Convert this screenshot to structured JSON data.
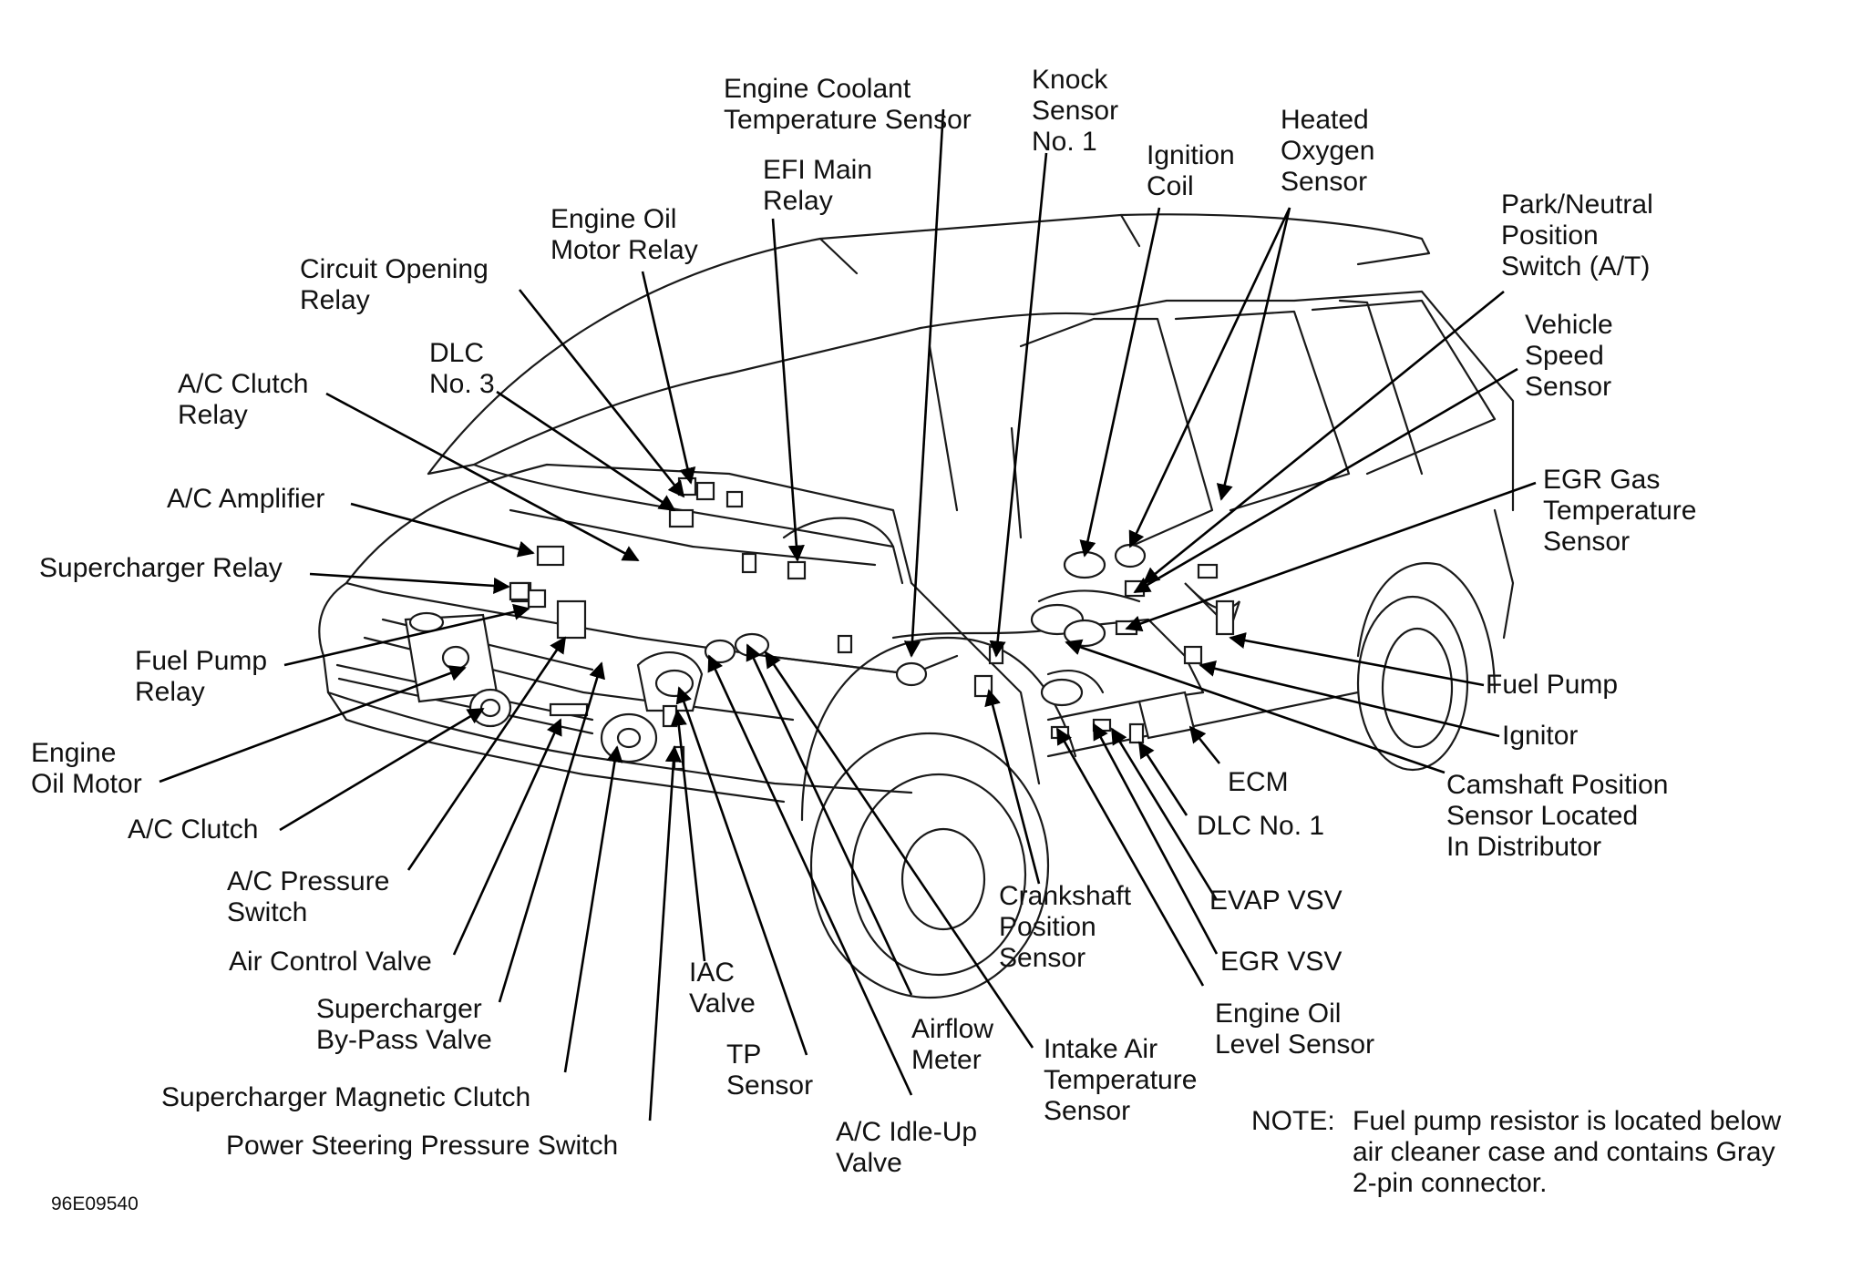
{
  "labels": {
    "engine_coolant_temperature_sensor": "Engine Coolant\nTemperature Sensor",
    "knock_sensor_no1": "Knock\nSensor\nNo. 1",
    "efi_main_relay": "EFI Main\nRelay",
    "ignition_coil": "Ignition\nCoil",
    "heated_oxygen_sensor": "Heated\nOxygen\nSensor",
    "engine_oil_motor_relay": "Engine Oil\nMotor Relay",
    "park_neutral_position_switch": "Park/Neutral\nPosition\nSwitch (A/T)",
    "circuit_opening_relay": "Circuit Opening\nRelay",
    "vehicle_speed_sensor": "Vehicle\nSpeed\nSensor",
    "dlc_no3": "DLC\nNo. 3",
    "ac_clutch_relay": "A/C Clutch\nRelay",
    "egr_gas_temperature_sensor": "EGR Gas\nTemperature\nSensor",
    "ac_amplifier": "A/C Amplifier",
    "supercharger_relay": "Supercharger Relay",
    "fuel_pump_relay": "Fuel Pump\nRelay",
    "fuel_pump": "Fuel Pump",
    "engine_oil_motor": "Engine\nOil Motor",
    "ignitor": "Ignitor",
    "ecm": "ECM",
    "camshaft_position_sensor": "Camshaft Position\nSensor Located\nIn Distributor",
    "ac_clutch": "A/C Clutch",
    "dlc_no1": "DLC No. 1",
    "ac_pressure_switch": "A/C Pressure\nSwitch",
    "crankshaft_position_sensor": "Crankshaft\nPosition\nSensor",
    "evap_vsv": "EVAP VSV",
    "air_control_valve": "Air Control Valve",
    "egr_vsv": "EGR VSV",
    "iac_valve": "IAC\nValve",
    "supercharger_bypass_valve": "Supercharger\nBy-Pass Valve",
    "engine_oil_level_sensor": "Engine Oil\nLevel Sensor",
    "airflow_meter": "Airflow\nMeter",
    "intake_air_temperature_sensor": "Intake Air\nTemperature\nSensor",
    "tp_sensor": "TP\nSensor",
    "supercharger_magnetic_clutch": "Supercharger Magnetic Clutch",
    "ac_idle_up_valve": "A/C Idle-Up\nValve",
    "power_steering_pressure_switch": "Power Steering Pressure Switch"
  },
  "note": {
    "prefix": "NOTE:",
    "text": "Fuel pump resistor is located below\nair cleaner case and contains Gray\n2-pin connector."
  },
  "figure_id": "96E09540"
}
